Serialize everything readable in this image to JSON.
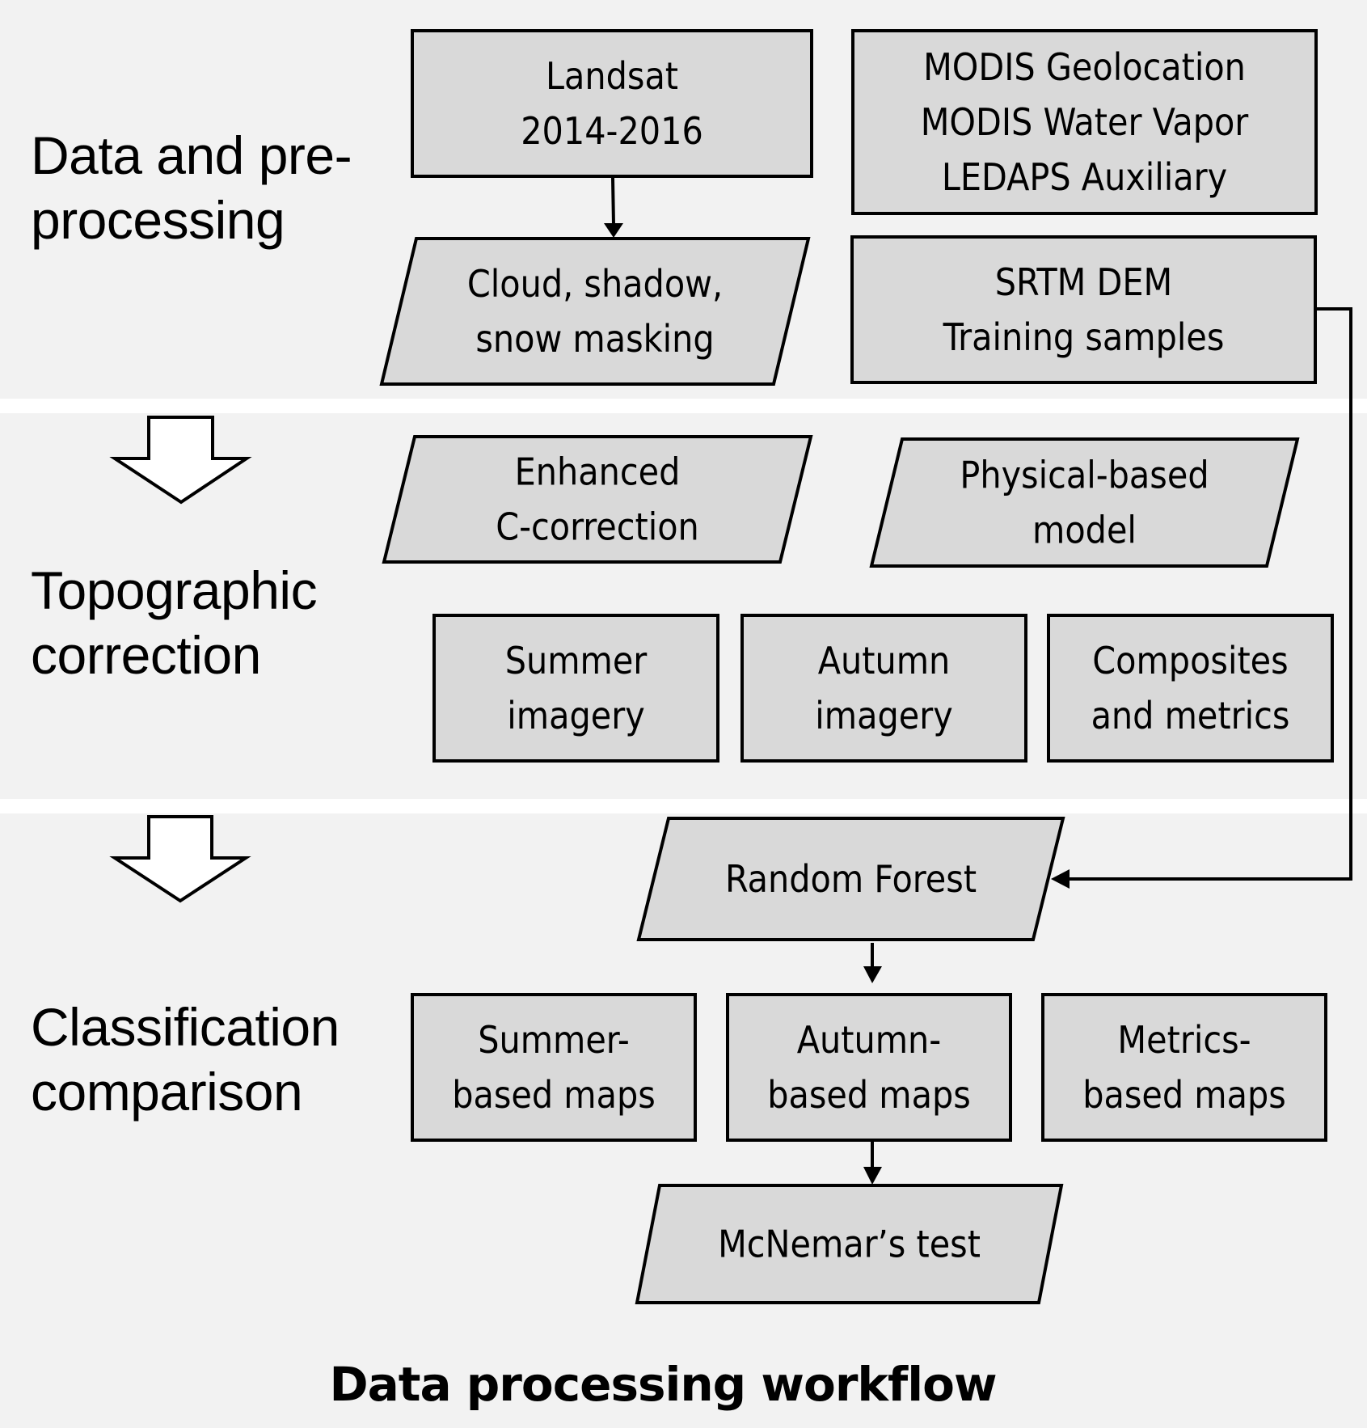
{
  "sections": [
    {
      "id": "preprocessing",
      "label": "Data and pre-\nprocessing"
    },
    {
      "id": "topographic",
      "label": "Topographic\ncorrection"
    },
    {
      "id": "classification",
      "label": "Classification\ncomparison"
    }
  ],
  "nodes": {
    "landsat": {
      "shape": "rectangle",
      "lines": [
        "Landsat",
        "2014-2016"
      ]
    },
    "modis_aux": {
      "shape": "rectangle",
      "lines": [
        "MODIS Geolocation",
        "MODIS Water Vapor",
        "LEDAPS Auxiliary"
      ]
    },
    "masking": {
      "shape": "parallelogram",
      "lines": [
        "Cloud, shadow,",
        "snow masking"
      ]
    },
    "srtm": {
      "shape": "rectangle",
      "lines": [
        "SRTM DEM",
        "Training samples"
      ]
    },
    "c_correction": {
      "shape": "parallelogram",
      "lines": [
        "Enhanced",
        "C-correction"
      ]
    },
    "physical_model": {
      "shape": "parallelogram",
      "lines": [
        "Physical-based",
        "model"
      ]
    },
    "summer_imagery": {
      "shape": "rectangle",
      "lines": [
        "Summer",
        "imagery"
      ]
    },
    "autumn_imagery": {
      "shape": "rectangle",
      "lines": [
        "Autumn",
        "imagery"
      ]
    },
    "composites": {
      "shape": "rectangle",
      "lines": [
        "Composites",
        "and metrics"
      ]
    },
    "random_forest": {
      "shape": "parallelogram",
      "lines": [
        "Random Forest"
      ]
    },
    "summer_maps": {
      "shape": "rectangle",
      "lines": [
        "Summer-",
        "based maps"
      ]
    },
    "autumn_maps": {
      "shape": "rectangle",
      "lines": [
        "Autumn-",
        "based maps"
      ]
    },
    "metrics_maps": {
      "shape": "rectangle",
      "lines": [
        "Metrics-",
        "based maps"
      ]
    },
    "mcnemar": {
      "shape": "parallelogram",
      "lines": [
        "McNemar’s test"
      ]
    }
  },
  "edges": [
    {
      "from": "landsat",
      "to": "masking"
    },
    {
      "from": "srtm",
      "to": "random_forest"
    },
    {
      "from": "random_forest",
      "to": "autumn_maps"
    },
    {
      "from": "autumn_maps",
      "to": "mcnemar"
    }
  ],
  "caption": "Data processing workflow",
  "colors": {
    "background": "#f2f2f2",
    "band_separator": "#ffffff",
    "node_fill": "#d9d9d9",
    "stroke": "#000000",
    "block_arrow_fill": "#ffffff"
  }
}
